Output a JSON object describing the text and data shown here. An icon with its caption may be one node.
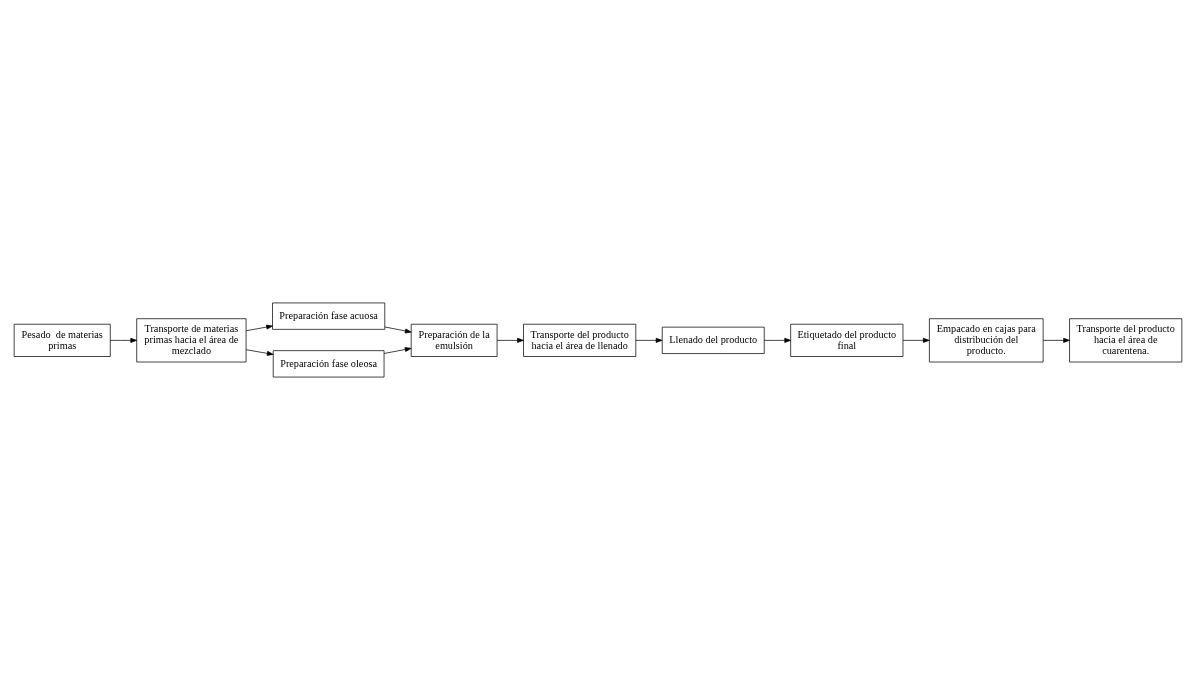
{
  "diagram": {
    "nodes": [
      {
        "text": [
          "Pesado  de materias primas"
        ]
      },
      {
        "text": [
          "Transporte de materias primas hacia el área de mezclado"
        ]
      },
      {
        "text": [
          "Preparación fase acuosa"
        ]
      },
      {
        "text": [
          "Preparación fase oleosa"
        ]
      },
      {
        "text": [
          "Preparación de la emulsión"
        ]
      },
      {
        "text": [
          "Transporte del producto hacia el área de llenado"
        ]
      },
      {
        "text": [
          "Llenado del producto"
        ]
      },
      {
        "text": [
          "Etiquetado del producto final"
        ]
      },
      {
        "text": [
          "Empacado en cajas para distribución del producto."
        ]
      },
      {
        "text": [
          "Transporte del producto hacia el área de cuarentena."
        ]
      }
    ],
    "edges": [
      {
        "from": 0,
        "to": 1,
        "arrow": "to"
      },
      {
        "from": 1,
        "to": 2,
        "arrow": "to"
      },
      {
        "from": 1,
        "to": 3,
        "arrow": "to"
      },
      {
        "from": 2,
        "to": 4,
        "arrow": "to"
      },
      {
        "from": 3,
        "to": 4,
        "arrow": "to"
      },
      {
        "from": 4,
        "to": 5,
        "arrow": "to"
      },
      {
        "from": 5,
        "to": 6,
        "arrow": "to"
      },
      {
        "from": 6,
        "to": 7,
        "arrow": "to"
      },
      {
        "from": 7,
        "to": 8,
        "arrow": "to"
      },
      {
        "from": 8,
        "to": 9,
        "arrow": "to"
      }
    ]
  }
}
